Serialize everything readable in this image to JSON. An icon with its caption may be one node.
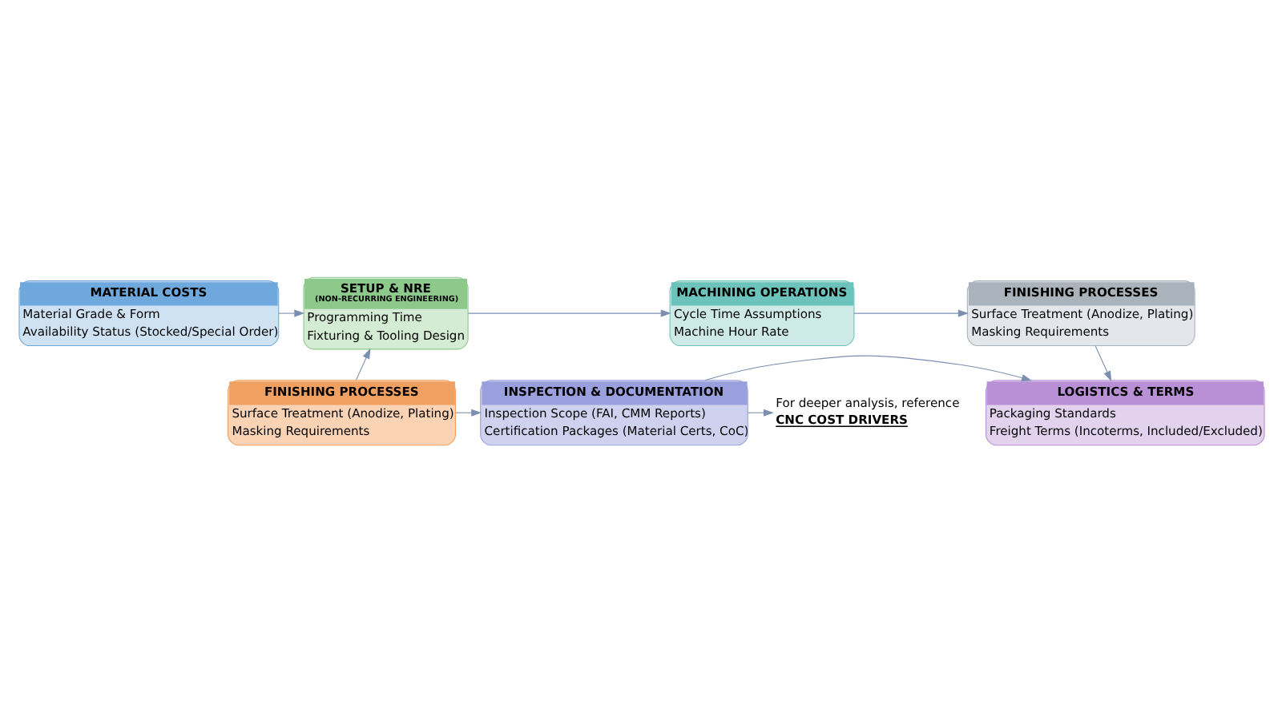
{
  "diagram": {
    "nodes": [
      {
        "text": [
          "MATERIAL COSTS",
          "Material Grade & Form",
          "Availability Status (Stocked/Special Order)"
        ]
      },
      {
        "text": [
          "SETUP & NRE",
          "(NON-RECURRING ENGINEERING)",
          "Programming Time",
          "Fixturing & Tooling Design"
        ]
      },
      {
        "text": [
          "MACHINING OPERATIONS",
          "Cycle Time Assumptions",
          "Machine Hour Rate"
        ]
      },
      {
        "text": [
          "FINISHING PROCESSES",
          "Surface Treatment (Anodize, Plating)",
          "Masking Requirements"
        ]
      },
      {
        "text": [
          "FINISHING PROCESSES",
          "Surface Treatment (Anodize, Plating)",
          "Masking Requirements"
        ]
      },
      {
        "text": [
          "INSPECTION & DOCUMENTATION",
          "Inspection Scope (FAI, CMM Reports)",
          "Certification Packages (Material Certs, CoC)"
        ]
      },
      {
        "text": [
          "LOGISTICS & TERMS",
          "Packaging Standards",
          "Freight Terms (Incoterms, Included/Excluded)"
        ]
      },
      {
        "text": [
          "For deeper analysis, reference",
          "CNC COST DRIVERS"
        ]
      }
    ],
    "edges": [
      {
        "from": 0,
        "to": 1,
        "arrow": "to"
      },
      {
        "from": 1,
        "to": 2,
        "arrow": "to"
      },
      {
        "from": 2,
        "to": 3,
        "arrow": "to"
      },
      {
        "from": 4,
        "to": 1,
        "arrow": "to"
      },
      {
        "from": 3,
        "to": 6,
        "arrow": "to"
      },
      {
        "from": 4,
        "to": 5,
        "arrow": "to"
      },
      {
        "from": 5,
        "to": 6,
        "arrow": "to"
      },
      {
        "from": 5,
        "to": 7,
        "arrow": "to"
      }
    ]
  }
}
